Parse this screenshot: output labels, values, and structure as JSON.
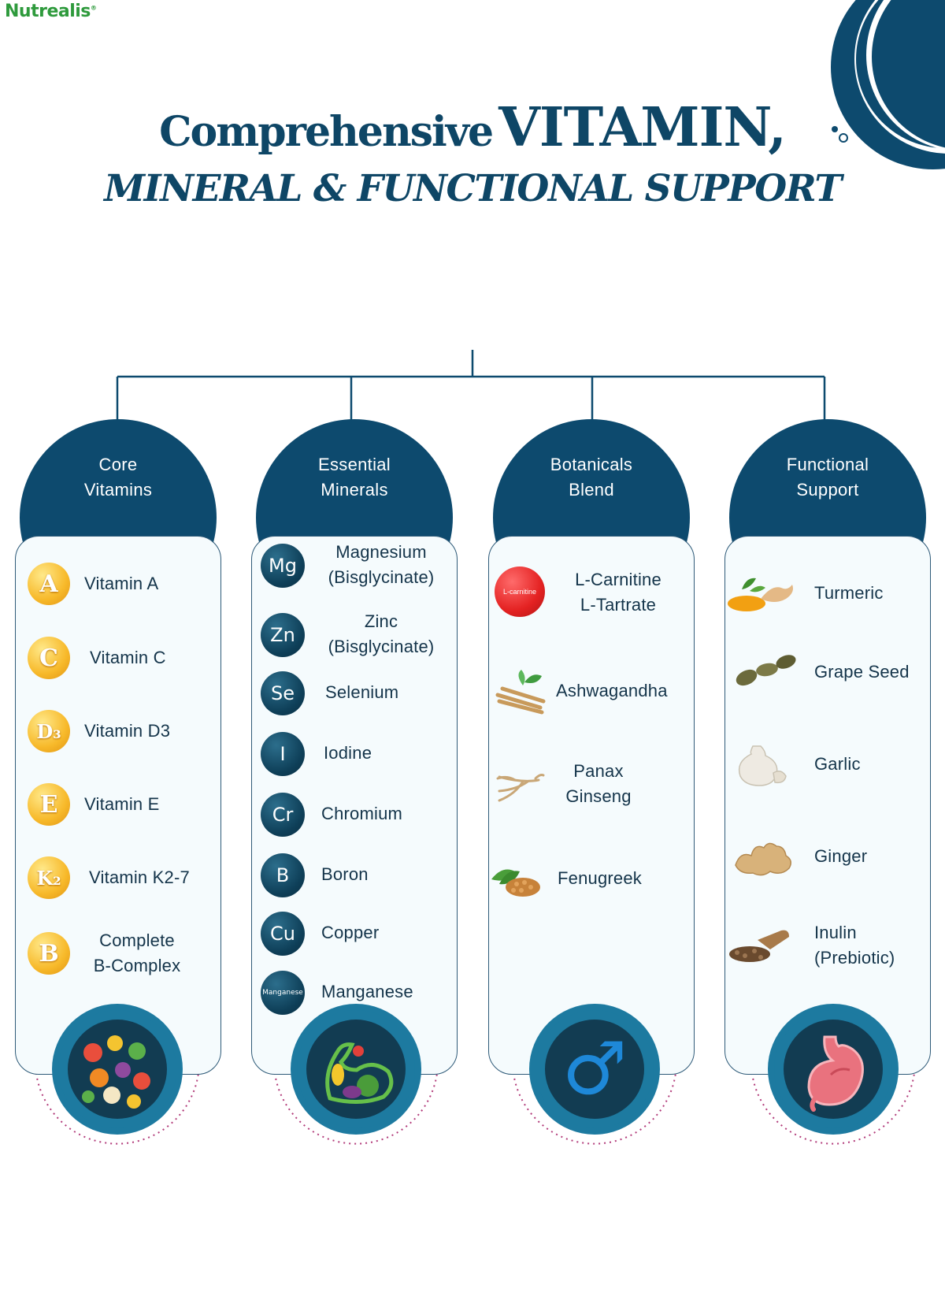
{
  "brand": {
    "name": "Nutrealis",
    "mark": "®"
  },
  "title": {
    "line1_light": "Comprehensive",
    "line1_heavy": "VITAMIN,",
    "line2": "MINERAL & FUNCTIONAL SUPPORT"
  },
  "colors": {
    "navy": "#0d4a6e",
    "panel_bg": "#f5fbfd",
    "medal": "#1d7aa0",
    "brand_green": "#2e9a3c",
    "dotted_accent": "#b23b7a"
  },
  "columns": [
    {
      "title_l1": "Core",
      "title_l2": "Vitamins",
      "medal_icon": "mixed-foods-icon",
      "items": [
        {
          "label": "Vitamin A",
          "icon": "vitamin-a-capsule-icon",
          "glyph": "A"
        },
        {
          "label": "Vitamin C",
          "icon": "vitamin-c-capsule-icon",
          "glyph": "C"
        },
        {
          "label": "Vitamin D3",
          "icon": "vitamin-d3-capsule-icon",
          "glyph": "D₃"
        },
        {
          "label": "Vitamin E",
          "icon": "vitamin-e-capsule-icon",
          "glyph": "E"
        },
        {
          "label": "Vitamin K2-7",
          "icon": "vitamin-k2-capsule-icon",
          "glyph": "K₂"
        },
        {
          "label_l1": "Complete",
          "label_l2": "B-Complex",
          "icon": "b-complex-capsule-icon",
          "glyph": "B"
        }
      ]
    },
    {
      "title_l1": "Essential",
      "title_l2": "Minerals",
      "medal_icon": "strong-arm-vegetables-icon",
      "items": [
        {
          "label_l1": "Magnesium",
          "label_l2": "(Bisglycinate)",
          "icon": "magnesium-icon",
          "glyph": "Mg"
        },
        {
          "label_l1": "Zinc",
          "label_l2": "(Bisglycinate)",
          "icon": "zinc-icon",
          "glyph": "Zn"
        },
        {
          "label": "Selenium",
          "icon": "selenium-icon",
          "glyph": "Se"
        },
        {
          "label": "Iodine",
          "icon": "iodine-icon",
          "glyph": "I"
        },
        {
          "label": "Chromium",
          "icon": "chromium-icon",
          "glyph": "Cr"
        },
        {
          "label": "Boron",
          "icon": "boron-icon",
          "glyph": "B"
        },
        {
          "label": "Copper",
          "icon": "copper-icon",
          "glyph": "Cu"
        },
        {
          "label": "Manganese",
          "icon": "manganese-icon",
          "glyph": "Manganese"
        }
      ]
    },
    {
      "title_l1": "Botanicals",
      "title_l2": "Blend",
      "medal_icon": "male-symbol-icon",
      "medal_glyph": "♂",
      "items": [
        {
          "label_l1": "L-Carnitine",
          "label_l2": "L-Tartrate",
          "icon": "l-carnitine-icon",
          "glyph": "L-carnitine"
        },
        {
          "label": "Ashwagandha",
          "icon": "ashwagandha-root-icon"
        },
        {
          "label_l1": "Panax",
          "label_l2": "Ginseng",
          "icon": "ginseng-root-icon"
        },
        {
          "label": "Fenugreek",
          "icon": "fenugreek-icon"
        }
      ]
    },
    {
      "title_l1": "Functional",
      "title_l2": "Support",
      "medal_icon": "stomach-icon",
      "items": [
        {
          "label": "Turmeric",
          "icon": "turmeric-icon"
        },
        {
          "label": "Grape Seed",
          "icon": "grape-seed-icon"
        },
        {
          "label": "Garlic",
          "icon": "garlic-icon"
        },
        {
          "label": "Ginger",
          "icon": "ginger-icon"
        },
        {
          "label_l1": "Inulin",
          "label_l2": "(Prebiotic)",
          "icon": "inulin-root-icon"
        }
      ]
    }
  ]
}
